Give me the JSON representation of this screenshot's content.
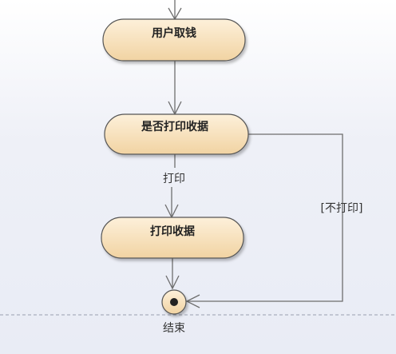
{
  "diagram": {
    "type": "activity",
    "nodes": [
      {
        "id": "withdraw",
        "label": "用户取钱"
      },
      {
        "id": "decision",
        "label": "是否打印收据"
      },
      {
        "id": "print",
        "label": "打印收据"
      }
    ],
    "final_node": {
      "label": "结束"
    },
    "edges": [
      {
        "from": "top",
        "to": "withdraw",
        "guard": ""
      },
      {
        "from": "withdraw",
        "to": "decision",
        "guard": ""
      },
      {
        "from": "decision",
        "to": "print",
        "guard": "打印"
      },
      {
        "from": "print",
        "to": "final",
        "guard": ""
      },
      {
        "from": "decision",
        "to": "final",
        "guard": "[不打印]"
      }
    ],
    "colors": {
      "node_fill_top": "#fbecd3",
      "node_fill_bottom": "#f3d6a8",
      "node_stroke": "#555555",
      "edge": "#6e6e6e"
    }
  }
}
